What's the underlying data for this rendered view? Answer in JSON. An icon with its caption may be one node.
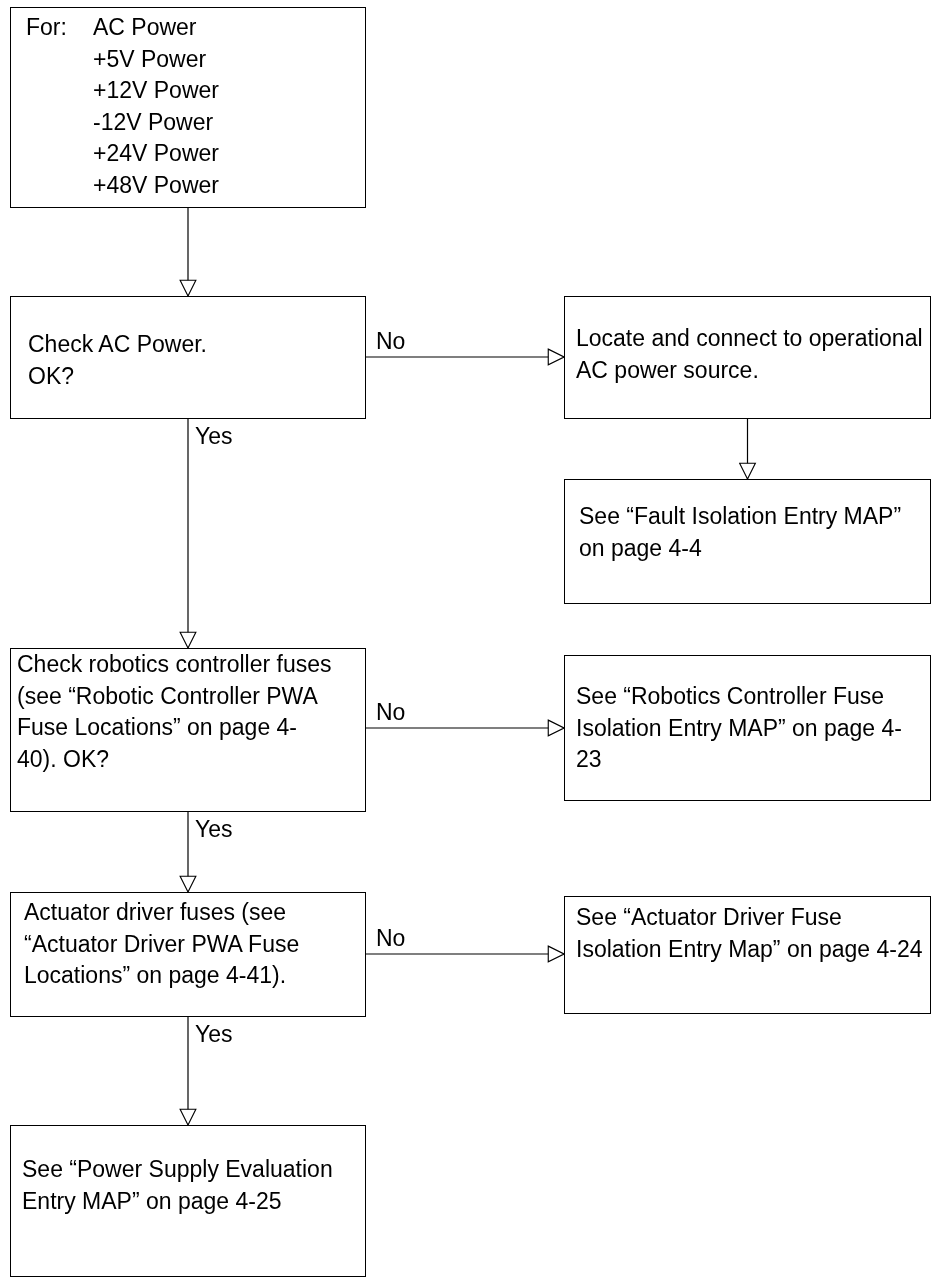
{
  "diagram": {
    "nodes": [
      {
        "text": [
          "For:",
          "AC Power",
          "+5V Power",
          "+12V Power",
          "-12V Power",
          "+24V Power",
          "+48V Power"
        ]
      },
      {
        "text": [
          "Check AC Power. OK?"
        ]
      },
      {
        "text": [
          "Locate and connect to operational AC power source."
        ]
      },
      {
        "text": [
          "See “Fault Isolation Entry MAP” on page 4-4"
        ]
      },
      {
        "text": [
          "Check robotics controller fuses (see “Robotic Controller PWA Fuse Locations” on page 4-40). OK?"
        ]
      },
      {
        "text": [
          "See “Robotics Controller Fuse Isolation Entry MAP” on page 4-23"
        ]
      },
      {
        "text": [
          "Actuator driver fuses (see “Actuator Driver PWA Fuse Locations” on page 4-41)."
        ]
      },
      {
        "text": [
          "See “Actuator Driver Fuse Isolation Entry Map” on page 4-24"
        ]
      },
      {
        "text": [
          "See “Power Supply Evaluation Entry MAP” on page 4-25"
        ]
      }
    ],
    "edges": [
      {
        "from": 0,
        "to": 1,
        "arrow": "to"
      },
      {
        "from": 1,
        "to": 2,
        "arrow": "to",
        "label": "No"
      },
      {
        "from": 2,
        "to": 3,
        "arrow": "to"
      },
      {
        "from": 1,
        "to": 4,
        "arrow": "to",
        "label": "Yes"
      },
      {
        "from": 4,
        "to": 5,
        "arrow": "to",
        "label": "No"
      },
      {
        "from": 4,
        "to": 6,
        "arrow": "to",
        "label": "Yes"
      },
      {
        "from": 6,
        "to": 7,
        "arrow": "to",
        "label": "No"
      },
      {
        "from": 6,
        "to": 8,
        "arrow": "to",
        "label": "Yes"
      }
    ]
  }
}
